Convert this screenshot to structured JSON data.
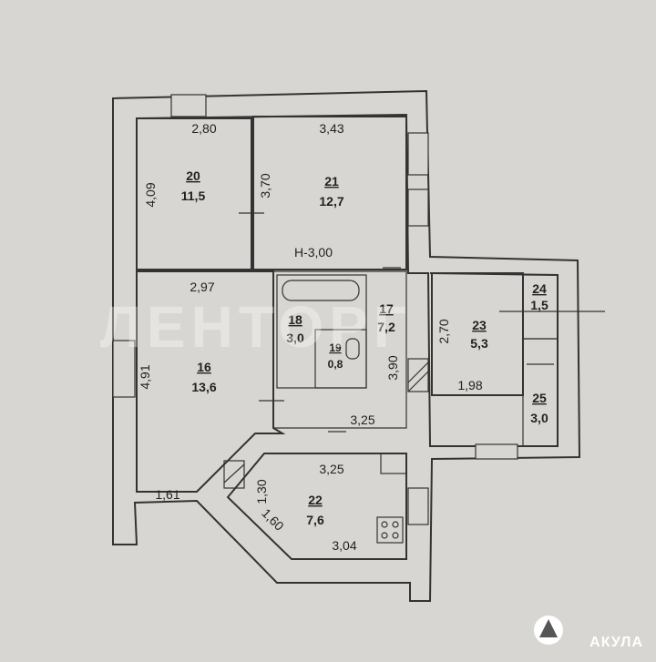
{
  "height_label": "H-3,00",
  "watermark": "ЛЕНТОРГ",
  "brand": "АКУЛА",
  "rooms": [
    {
      "id": "20",
      "area": "11,5"
    },
    {
      "id": "21",
      "area": "12,7"
    },
    {
      "id": "16",
      "area": "13,6"
    },
    {
      "id": "18",
      "area": "3,0"
    },
    {
      "id": "19",
      "area": "0,8"
    },
    {
      "id": "17",
      "area": "7,2"
    },
    {
      "id": "23",
      "area": "5,3"
    },
    {
      "id": "24",
      "area": "1,5"
    },
    {
      "id": "25",
      "area": "3,0"
    },
    {
      "id": "22",
      "area": "7,6"
    }
  ],
  "dimensions": [
    "2,80",
    "3,43",
    "4,09",
    "3,70",
    "2,97",
    "4,91",
    "1,61",
    "3,90",
    "2,70",
    "1,98",
    "3,25",
    "3,25",
    "1,30",
    "1,60",
    "3,04"
  ]
}
